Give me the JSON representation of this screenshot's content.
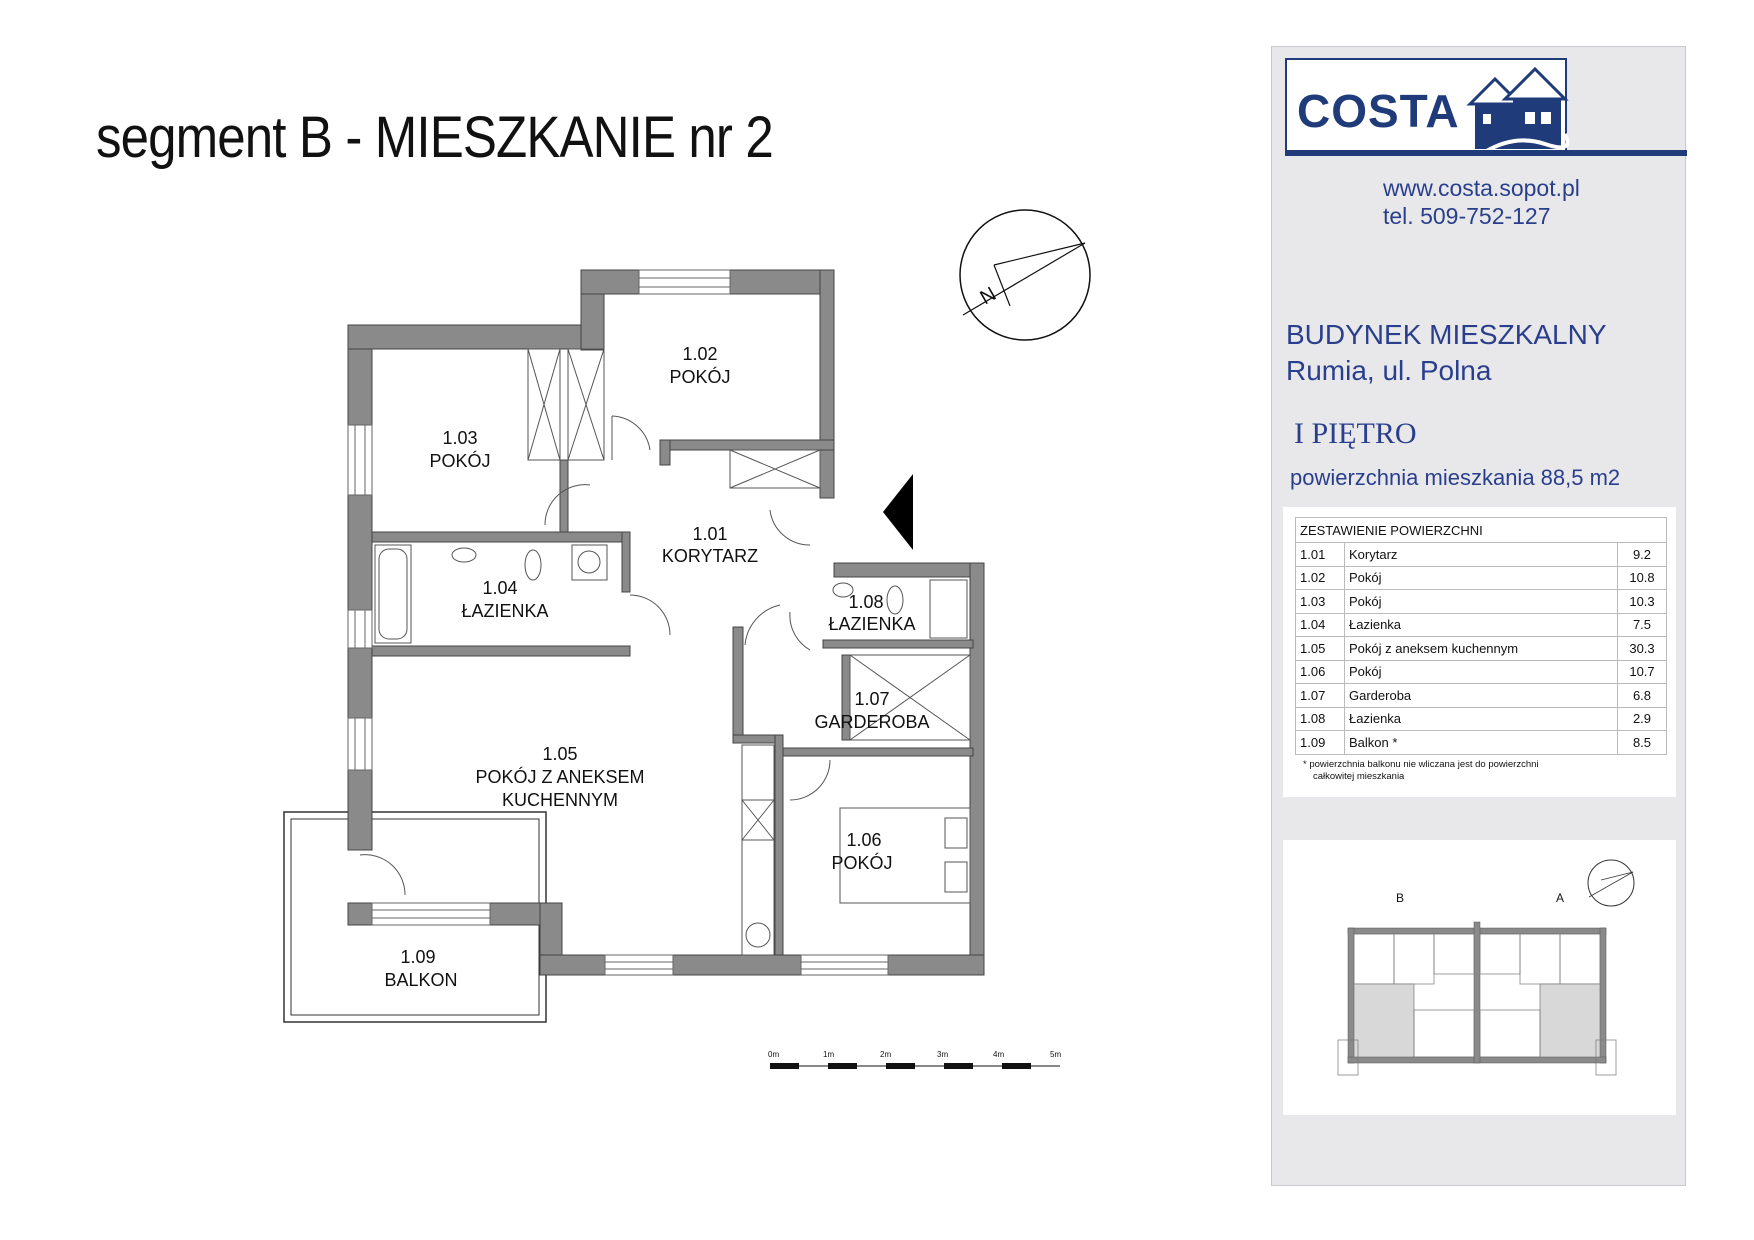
{
  "title": "segment B  -  MIESZKANIE nr 2",
  "rooms": [
    {
      "id": "1.01",
      "name": "KORYTARZ"
    },
    {
      "id": "1.02",
      "name": "POKÓJ"
    },
    {
      "id": "1.03",
      "name": "POKÓJ"
    },
    {
      "id": "1.04",
      "name": "ŁAZIENKA"
    },
    {
      "id": "1.05",
      "name": "POKÓJ Z ANEKSEM",
      "name2": "KUCHENNYM"
    },
    {
      "id": "1.06",
      "name": "POKÓJ"
    },
    {
      "id": "1.07",
      "name": "GARDEROBA"
    },
    {
      "id": "1.08",
      "name": "ŁAZIENKA"
    },
    {
      "id": "1.09",
      "name": "BALKON"
    }
  ],
  "scale_labels": [
    "0m",
    "1m",
    "2m",
    "3m",
    "4m",
    "5m"
  ],
  "north_arrow_letter": "N",
  "panel": {
    "logo": "COSTA",
    "website": "www.costa.sopot.pl",
    "phone": "tel. 509-752-127",
    "building_line1": "BUDYNEK MIESZKALNY",
    "building_line2": "Rumia, ul. Polna",
    "floor": "I PIĘTRO",
    "area": "powierzchnia mieszkania 88,5 m2",
    "table_header": "ZESTAWIENIE POWIERZCHNI",
    "table_rows": [
      {
        "num": "1.01",
        "name": "Korytarz",
        "value": "9.2"
      },
      {
        "num": "1.02",
        "name": "Pokój",
        "value": "10.8"
      },
      {
        "num": "1.03",
        "name": "Pokój",
        "value": "10.3"
      },
      {
        "num": "1.04",
        "name": "Łazienka",
        "value": "7.5"
      },
      {
        "num": "1.05",
        "name": "Pokój  z aneksem kuchennym",
        "value": "30.3"
      },
      {
        "num": "1.06",
        "name": "Pokój",
        "value": "10.7"
      },
      {
        "num": "1.07",
        "name": "Garderoba",
        "value": "6.8"
      },
      {
        "num": "1.08",
        "name": "Łazienka",
        "value": "2.9"
      },
      {
        "num": "1.09",
        "name": "Balkon *",
        "value": "8.5"
      }
    ],
    "note_line1": "* powierzchnia balkonu nie wliczana jest do powierzchni",
    "note_line2": "całkowitej mieszkania",
    "mini_label_b": "B",
    "mini_label_a": "A"
  }
}
